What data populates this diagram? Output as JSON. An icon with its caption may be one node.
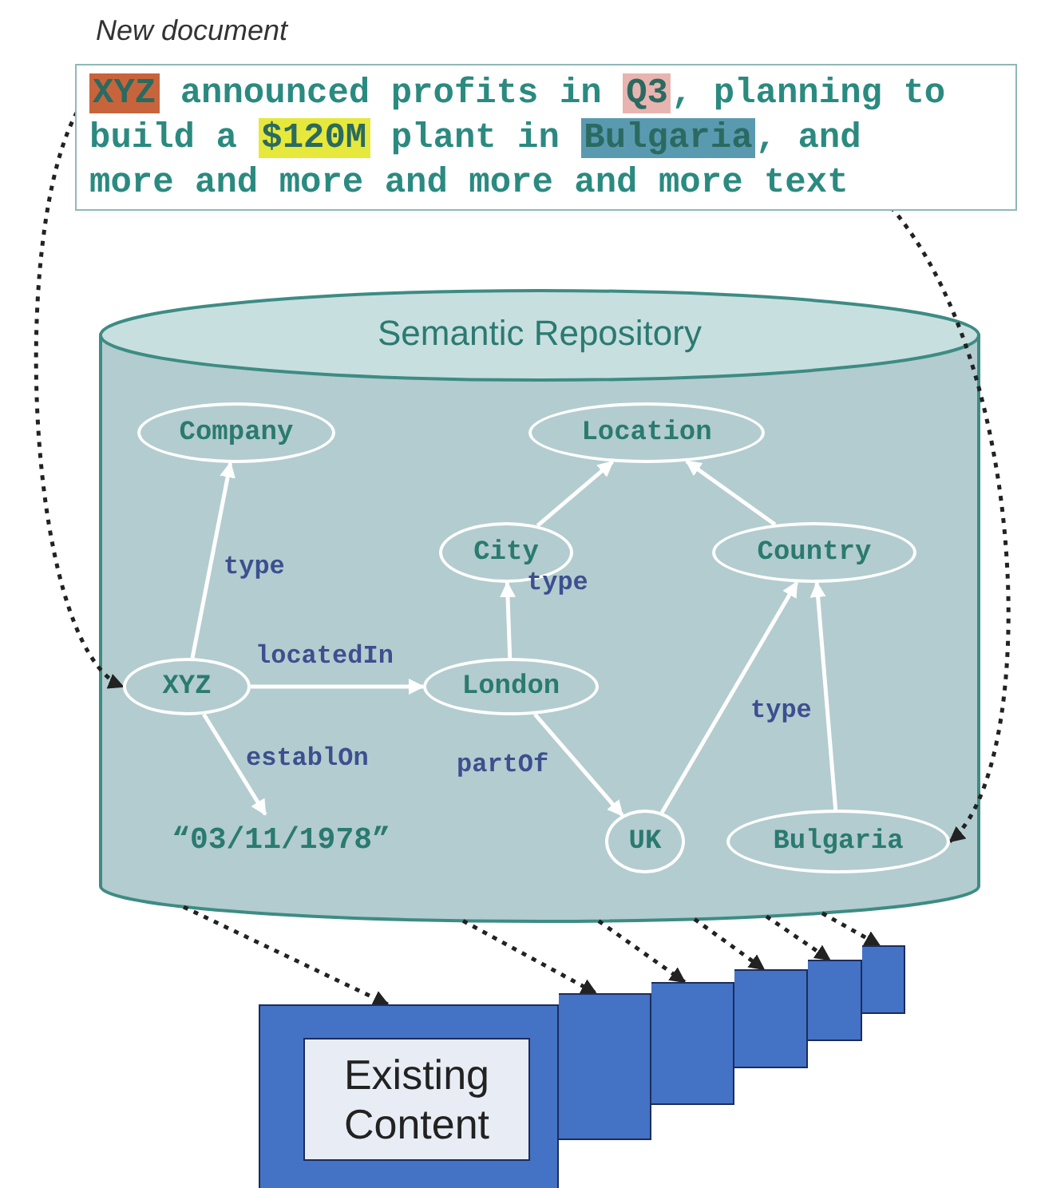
{
  "diagram": {
    "nodes": [
      {
        "text": [
          "New document",
          "announced profits in",
          ", planning to build a",
          "plant in",
          ", and more and more and more and more text"
        ]
      },
      {
        "text": [
          "XYZ"
        ],
        "in": 0
      },
      {
        "text": [
          "Q3"
        ],
        "in": 0
      },
      {
        "text": [
          "$120M"
        ],
        "in": 0
      },
      {
        "text": [
          "Bulgaria"
        ],
        "in": 0
      },
      {
        "text": [
          "Semantic Repository"
        ]
      },
      {
        "text": [
          "Company"
        ],
        "in": 5
      },
      {
        "text": [
          "Location"
        ],
        "in": 5
      },
      {
        "text": [
          "City"
        ],
        "in": 5
      },
      {
        "text": [
          "Country"
        ],
        "in": 5
      },
      {
        "text": [
          "XYZ"
        ],
        "in": 5
      },
      {
        "text": [
          "London"
        ],
        "in": 5
      },
      {
        "text": [
          "UK"
        ],
        "in": 5
      },
      {
        "text": [
          "Bulgaria"
        ],
        "in": 5
      },
      {
        "text": [
          "“03/11/1978”"
        ],
        "in": 5
      },
      {
        "text": [],
        "shape": "box"
      },
      {
        "text": [
          "Existing Content"
        ],
        "in": 15
      },
      {
        "text": [],
        "shape": "box"
      },
      {
        "text": [],
        "shape": "box"
      },
      {
        "text": [],
        "shape": "box"
      },
      {
        "text": [],
        "shape": "box"
      },
      {
        "text": [],
        "shape": "box"
      }
    ],
    "edges": [
      {
        "from": 1,
        "to": 10,
        "arrow": "to",
        "style": "dashed",
        "color": "#222222"
      },
      {
        "from": 4,
        "to": 13,
        "arrow": "to",
        "style": "dashed",
        "color": "#222222"
      },
      {
        "from": 10,
        "to": 6,
        "arrow": "to",
        "label": "type"
      },
      {
        "from": 10,
        "to": 11,
        "arrow": "to",
        "label": "locatedIn"
      },
      {
        "from": 10,
        "to": 14,
        "arrow": "to",
        "label": "establOn"
      },
      {
        "from": 11,
        "to": 8,
        "arrow": "to",
        "label": "type"
      },
      {
        "from": 8,
        "to": 7,
        "arrow": "to"
      },
      {
        "from": 9,
        "to": 7,
        "arrow": "to"
      },
      {
        "from": 11,
        "to": 12,
        "arrow": "to",
        "label": "partOf"
      },
      {
        "from": 12,
        "to": 9,
        "arrow": "to"
      },
      {
        "from": 13,
        "to": 9,
        "arrow": "to",
        "label": "type"
      },
      {
        "from": 5,
        "to": 15,
        "arrow": "to",
        "style": "dashed",
        "color": "#222222"
      },
      {
        "from": 5,
        "to": 17,
        "arrow": "to",
        "style": "dashed",
        "color": "#222222"
      },
      {
        "from": 5,
        "to": 18,
        "arrow": "to",
        "style": "dashed",
        "color": "#222222"
      },
      {
        "from": 5,
        "to": 19,
        "arrow": "to",
        "style": "dashed",
        "color": "#222222"
      },
      {
        "from": 5,
        "to": 20,
        "arrow": "to",
        "style": "dashed",
        "color": "#222222"
      },
      {
        "from": 5,
        "to": 21,
        "arrow": "to",
        "style": "dashed",
        "color": "#222222"
      }
    ]
  }
}
